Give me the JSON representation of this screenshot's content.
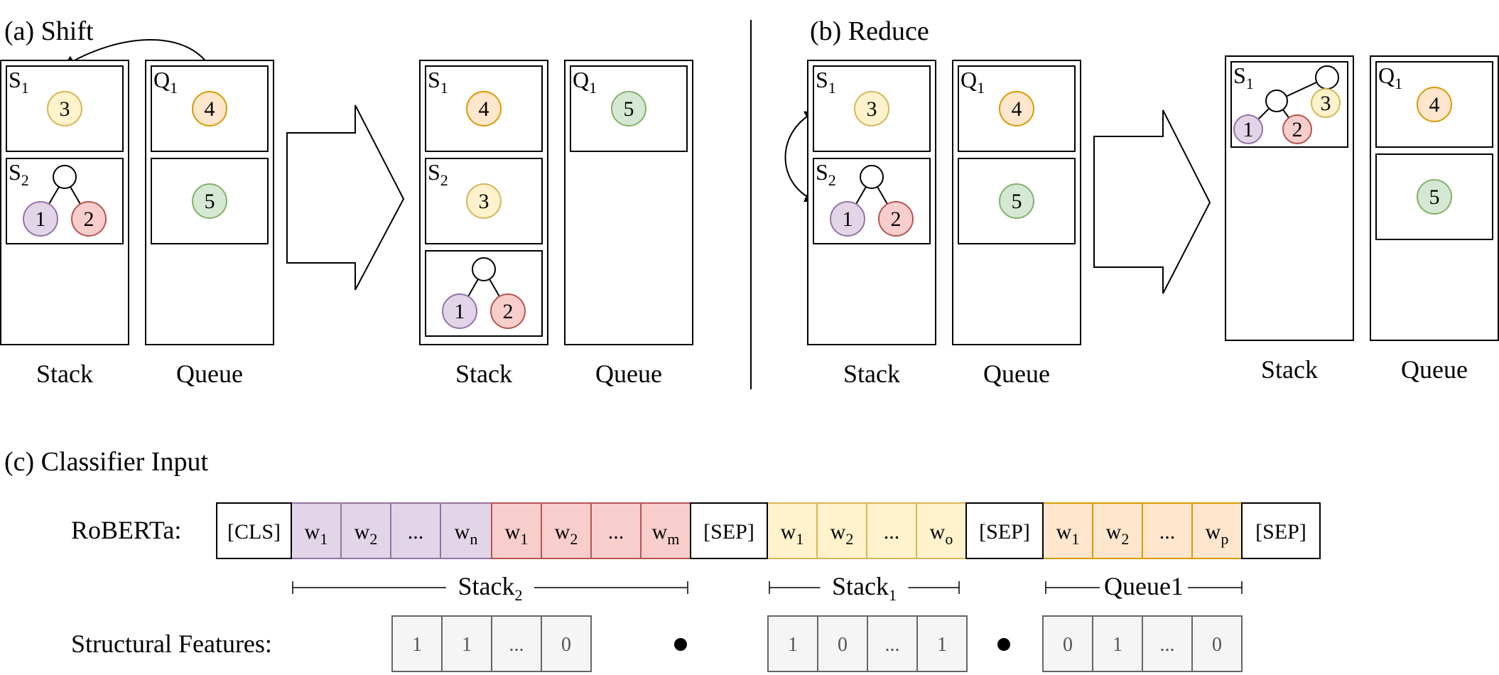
{
  "shift_panel": {
    "title": "(a) Shift",
    "before": {
      "stack_caption": "Stack",
      "queue_caption": "Queue",
      "stack_slots": [
        {
          "label": "S",
          "sub": "1",
          "nodes": [
            "3"
          ]
        },
        {
          "label": "S",
          "sub": "2",
          "tree": [
            "1",
            "2"
          ]
        }
      ],
      "queue_slots": [
        {
          "label": "Q",
          "sub": "1",
          "nodes": [
            "4"
          ]
        },
        {
          "label": "",
          "sub": "",
          "nodes": [
            "5"
          ]
        }
      ]
    },
    "after": {
      "stack_caption": "Stack",
      "queue_caption": "Queue",
      "stack_slots": [
        {
          "label": "S",
          "sub": "1",
          "nodes": [
            "4"
          ]
        },
        {
          "label": "S",
          "sub": "2",
          "nodes": [
            "3"
          ]
        },
        {
          "label": "",
          "sub": "",
          "tree": [
            "1",
            "2"
          ]
        }
      ],
      "queue_slots": [
        {
          "label": "Q",
          "sub": "1",
          "nodes": [
            "5"
          ]
        }
      ]
    }
  },
  "reduce_panel": {
    "title": "(b) Reduce",
    "before": {
      "stack_caption": "Stack",
      "queue_caption": "Queue",
      "stack_slots": [
        {
          "label": "S",
          "sub": "1",
          "nodes": [
            "3"
          ]
        },
        {
          "label": "S",
          "sub": "2",
          "tree": [
            "1",
            "2"
          ]
        }
      ],
      "queue_slots": [
        {
          "label": "Q",
          "sub": "1",
          "nodes": [
            "4"
          ]
        },
        {
          "label": "",
          "sub": "",
          "nodes": [
            "5"
          ]
        }
      ]
    },
    "after": {
      "stack_caption": "Stack",
      "queue_caption": "Queue",
      "stack_slots": [
        {
          "label": "S",
          "sub": "1",
          "merged_tree": [
            "1",
            "2",
            "3"
          ]
        }
      ],
      "queue_slots": [
        {
          "label": "Q",
          "sub": "1",
          "nodes": [
            "4"
          ]
        },
        {
          "label": "",
          "sub": "",
          "nodes": [
            "5"
          ]
        }
      ]
    }
  },
  "classifier_panel": {
    "title": "(c) Classifier Input",
    "roberta_label": "RoBERTa:",
    "features_label": "Structural Features:",
    "tokens": [
      {
        "text": "[CLS]",
        "color": "white"
      },
      {
        "text": "w",
        "sub": "1",
        "color": "purple"
      },
      {
        "text": "w",
        "sub": "2",
        "color": "purple"
      },
      {
        "text": "...",
        "color": "purple"
      },
      {
        "text": "w",
        "sub": "n",
        "color": "purple"
      },
      {
        "text": "w",
        "sub": "1",
        "color": "red"
      },
      {
        "text": "w",
        "sub": "2",
        "color": "red"
      },
      {
        "text": "...",
        "color": "red"
      },
      {
        "text": "w",
        "sub": "m",
        "color": "red"
      },
      {
        "text": "[SEP]",
        "color": "white"
      },
      {
        "text": "w",
        "sub": "1",
        "color": "yellow"
      },
      {
        "text": "w",
        "sub": "2",
        "color": "yellow"
      },
      {
        "text": "...",
        "color": "yellow"
      },
      {
        "text": "w",
        "sub": "o",
        "color": "yellow"
      },
      {
        "text": "[SEP]",
        "color": "white"
      },
      {
        "text": "w",
        "sub": "1",
        "color": "orange"
      },
      {
        "text": "w",
        "sub": "2",
        "color": "orange"
      },
      {
        "text": "...",
        "color": "orange"
      },
      {
        "text": "w",
        "sub": "p",
        "color": "orange"
      },
      {
        "text": "[SEP]",
        "color": "white"
      }
    ],
    "brackets": [
      {
        "label": "Stack",
        "sub": "2"
      },
      {
        "label": "Stack",
        "sub": "1"
      },
      {
        "label": "Queue1",
        "sub": ""
      }
    ],
    "feature_groups": [
      [
        "1",
        "1",
        "...",
        "0"
      ],
      [
        "1",
        "0",
        "...",
        "1"
      ],
      [
        "0",
        "1",
        "...",
        "0"
      ]
    ],
    "separator_symbol": "•"
  },
  "colors": {
    "purple": {
      "fill": "#e1d5e7",
      "stroke": "#9673a6"
    },
    "red": {
      "fill": "#f8cecc",
      "stroke": "#b85450"
    },
    "yellow": {
      "fill": "#fff2cc",
      "stroke": "#d6b656"
    },
    "orange": {
      "fill": "#ffe6cc",
      "stroke": "#d79b00"
    },
    "green": {
      "fill": "#d5e8d4",
      "stroke": "#82b366"
    },
    "white": {
      "fill": "#ffffff",
      "stroke": "#000000"
    },
    "gray": {
      "fill": "#f5f5f5",
      "stroke": "#666666"
    }
  },
  "node_colors": {
    "1": "purple",
    "2": "red",
    "3": "yellow",
    "4": "orange",
    "5": "green"
  }
}
